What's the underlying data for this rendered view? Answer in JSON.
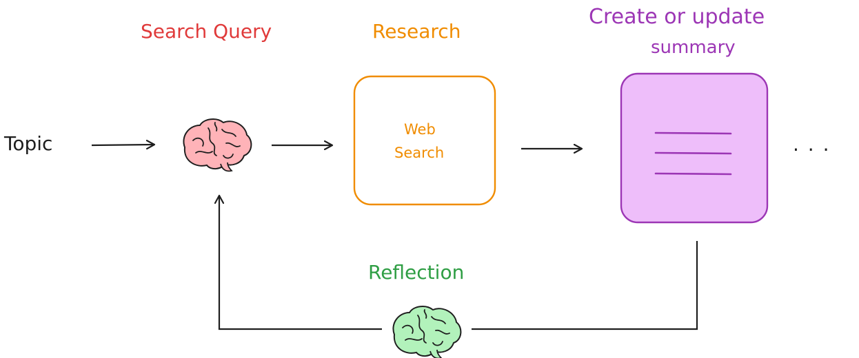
{
  "labels": {
    "topic": "Topic",
    "search_query": "Search Query",
    "research": "Research",
    "web_search_line1": "Web",
    "web_search_line2": "Search",
    "summary_line1": "Create or update",
    "summary_line2": "summary",
    "ellipsis": ". . .",
    "reflection": "Reflection"
  },
  "colors": {
    "search_query": "#e03a3a",
    "research": "#f08c00",
    "summary": "#9c36b5",
    "summary_fill": "#eebefa",
    "reflection": "#2f9e44",
    "brain_pink": "#ffb3b8",
    "brain_green": "#b2f2bb",
    "ink": "#1e1e1e"
  },
  "icons": {
    "search_query_brain": "brain-icon",
    "reflection_brain": "brain-icon",
    "summary_document": "document-icon"
  }
}
